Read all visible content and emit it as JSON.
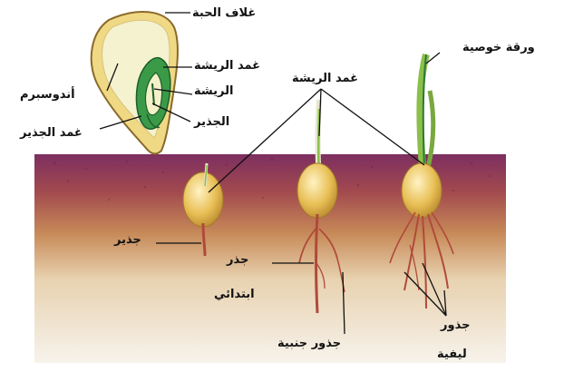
{
  "labels": {
    "seed_coat": "غلاف الحبة",
    "endosperm": "أندوسبرم",
    "plumule_sheath_top": "غمد الريشة",
    "plumule": "الريشة",
    "radicle_top": "الجذير",
    "radicle_sheath": "غمد الجذير",
    "plumule_sheath_main": "غمد الريشة",
    "foliage_leaf": "ورقة خوصية",
    "radicle": "جذير",
    "primary_root_line1": "جذر",
    "primary_root_line2": "ابتدائي",
    "lateral_roots": "جذور جنبية",
    "fibrous_roots_line1": "جذور",
    "fibrous_roots_line2": "ليفية"
  },
  "colors": {
    "soil_top": "#8a3566",
    "soil_mid": "#c99a63",
    "soil_bottom": "#f4efe6",
    "seed": "#e6c35f",
    "endosperm": "#f3f0c8",
    "embryo": "#2d8a3a",
    "leaf": "#8bbf4b",
    "root": "#b04a3a"
  }
}
